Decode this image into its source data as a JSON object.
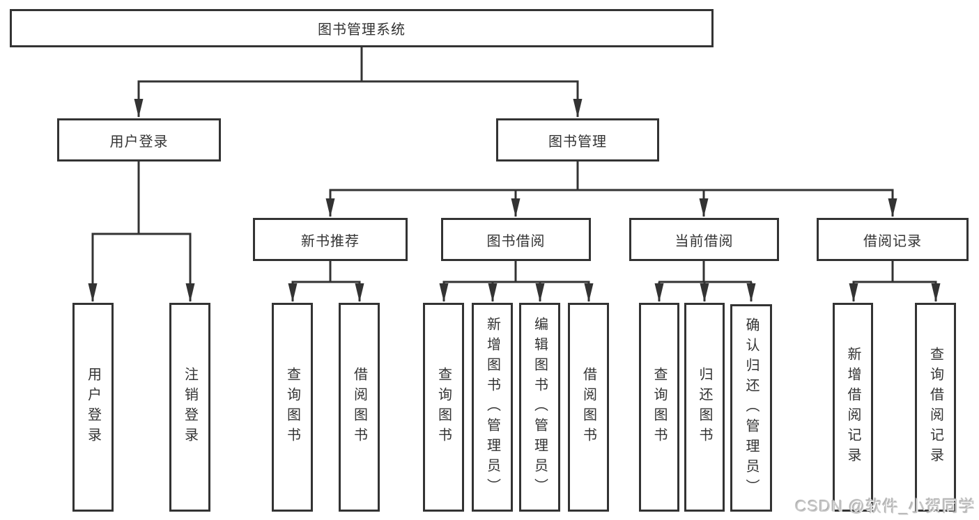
{
  "tree": {
    "root": {
      "label": "图书管理系统"
    },
    "branches": [
      {
        "label": "用户登录",
        "leaves": [
          "用户登录",
          "注销登录"
        ]
      },
      {
        "label": "图书管理",
        "groups": [
          {
            "label": "新书推荐",
            "leaves": [
              "查询图书",
              "借阅图书"
            ]
          },
          {
            "label": "图书借阅",
            "leaves": [
              "查询图书",
              "新增图书（管理员）",
              "编辑图书（管理员）",
              "借阅图书"
            ]
          },
          {
            "label": "当前借阅",
            "leaves": [
              "查询图书",
              "归还图书",
              "确认归还（管理员）"
            ]
          },
          {
            "label": "借阅记录",
            "leaves": [
              "新增借阅记录",
              "查询借阅记录"
            ]
          }
        ]
      }
    ]
  },
  "watermark": {
    "text": "CSDN @软件_小贺同学"
  },
  "colors": {
    "line": "#333333",
    "border": "#333333",
    "fill": "#ffffff",
    "text": "#333333",
    "watermark": "#c7c7c7"
  }
}
